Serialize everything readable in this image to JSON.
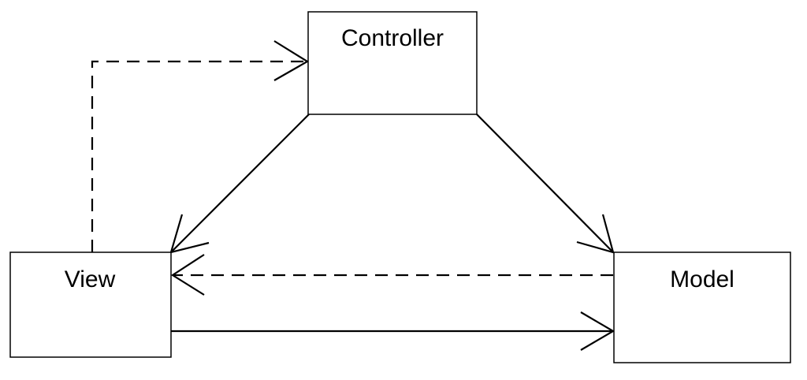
{
  "nodes": {
    "controller": {
      "label": "Controller"
    },
    "view": {
      "label": "View"
    },
    "model": {
      "label": "Model"
    }
  },
  "edges": [
    {
      "id": "view-to-controller",
      "from": "view",
      "to": "controller",
      "style": "dashed"
    },
    {
      "id": "controller-to-view",
      "from": "controller",
      "to": "view",
      "style": "solid"
    },
    {
      "id": "controller-to-model",
      "from": "controller",
      "to": "model",
      "style": "solid"
    },
    {
      "id": "model-to-view",
      "from": "model",
      "to": "view",
      "style": "dashed"
    },
    {
      "id": "view-to-model",
      "from": "view",
      "to": "model",
      "style": "solid"
    }
  ],
  "colors": {
    "stroke": "#000000",
    "background": "#ffffff"
  }
}
